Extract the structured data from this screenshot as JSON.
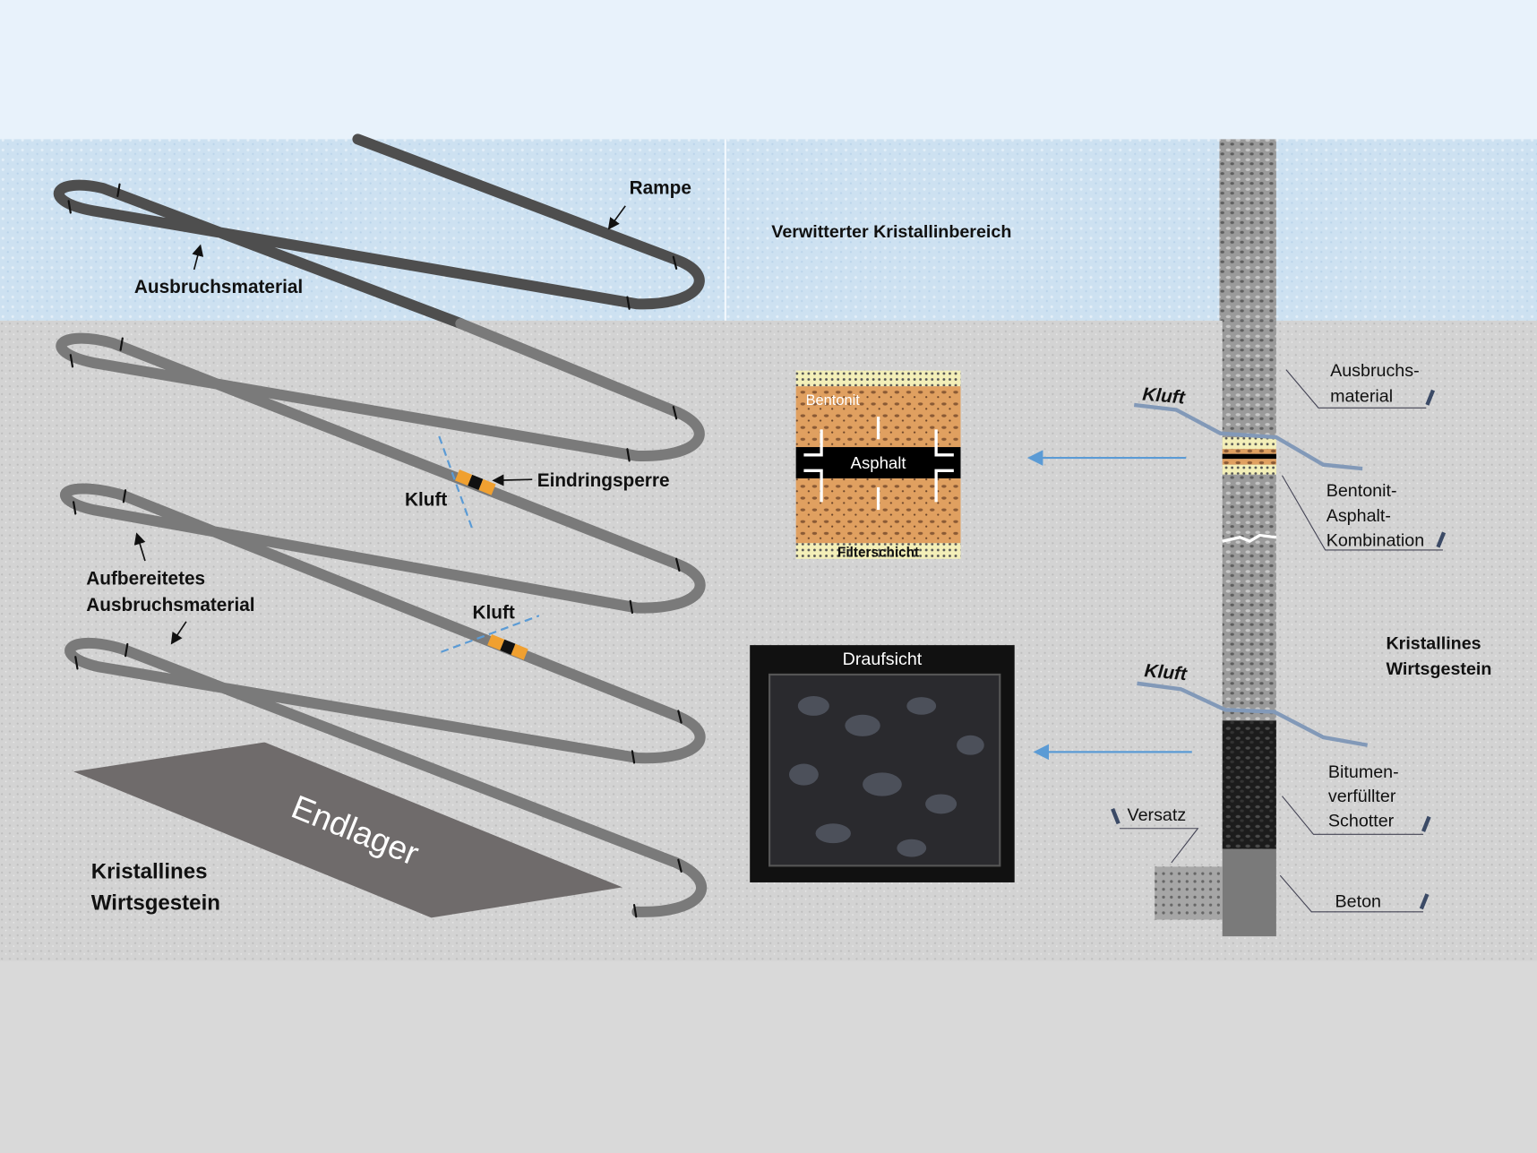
{
  "labels": {
    "rampe": "Rampe",
    "ausbruchsmaterial": "Ausbruchsmaterial",
    "verwitterter": "Verwitterter Kristallinbereich",
    "eindringsperre": "Eindringsperre",
    "kluft": "Kluft",
    "aufbereitetes_1": "Aufbereitetes",
    "aufbereitetes_2": "Ausbruchsmaterial",
    "endlager": "Endlager",
    "kristallines_1": "Kristallines",
    "kristallines_2": "Wirtsgestein",
    "bentonit": "Bentonit",
    "asphalt": "Asphalt",
    "filterschicht": "Filterschicht",
    "draufsicht": "Draufsicht",
    "ausbruchs_1": "Ausbruchs-",
    "ausbruchs_2": "material",
    "bak_1": "Bentonit-",
    "bak_2": "Asphalt-",
    "bak_3": "Kombination",
    "bitumen_1": "Bitumen-",
    "bitumen_2": "verfüllter",
    "bitumen_3": "Schotter",
    "versatz": "Versatz",
    "beton": "Beton"
  },
  "colors": {
    "sky": "#e8f2fb",
    "weathered": "#cfe2f1",
    "rock": "#d2d2d2",
    "ramp_upper": "#5a5a5a",
    "ramp_lower": "#7c7c7c",
    "orange": "#f0a030",
    "kluft_line": "#8299b8",
    "arrow": "#5b9bd5"
  }
}
